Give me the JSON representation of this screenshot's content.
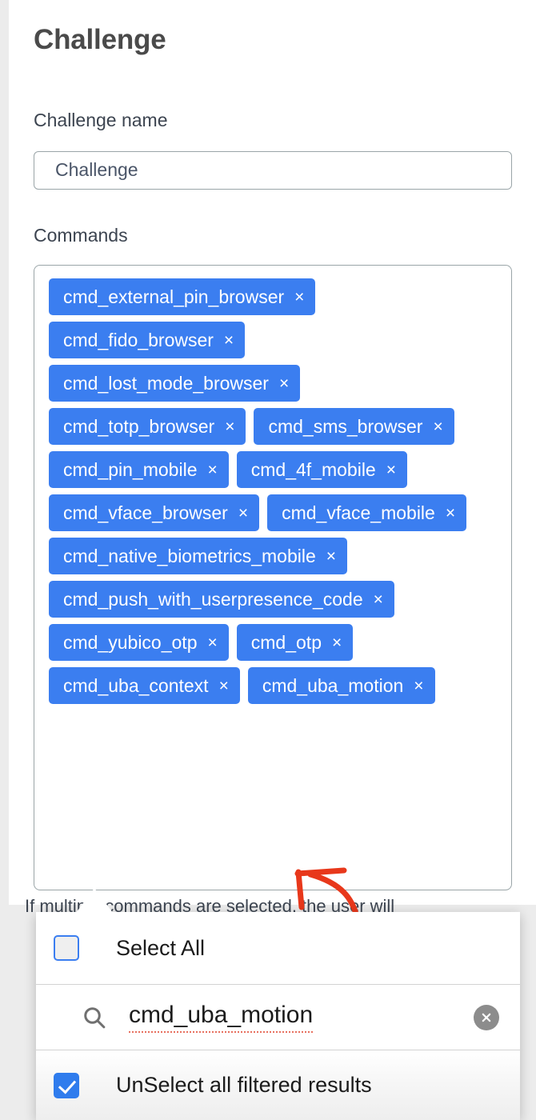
{
  "page": {
    "title": "Challenge"
  },
  "form": {
    "challenge_name": {
      "label": "Challenge name",
      "value": "Challenge"
    },
    "commands": {
      "label": "Commands",
      "helper_text": "If multiple commands are selected, the user will",
      "chips": [
        {
          "label": "cmd_external_pin_browser",
          "remove": "×"
        },
        {
          "label": "cmd_fido_browser",
          "remove": "×"
        },
        {
          "label": "cmd_lost_mode_browser",
          "remove": "×"
        },
        {
          "label": "cmd_totp_browser",
          "remove": "×"
        },
        {
          "label": "cmd_sms_browser",
          "remove": "×"
        },
        {
          "label": "cmd_pin_mobile",
          "remove": "×"
        },
        {
          "label": "cmd_4f_mobile",
          "remove": "×"
        },
        {
          "label": "cmd_vface_browser",
          "remove": "×"
        },
        {
          "label": "cmd_vface_mobile",
          "remove": "×"
        },
        {
          "label": "cmd_native_biometrics_mobile",
          "remove": "×"
        },
        {
          "label": "cmd_push_with_userpresence_code",
          "remove": "×"
        },
        {
          "label": "cmd_yubico_otp",
          "remove": "×"
        },
        {
          "label": "cmd_otp",
          "remove": "×"
        },
        {
          "label": "cmd_uba_context",
          "remove": "×"
        },
        {
          "label": "cmd_uba_motion",
          "remove": "×"
        }
      ]
    }
  },
  "dropdown": {
    "select_all": {
      "label": "Select All",
      "checked": false
    },
    "search": {
      "value": "cmd_uba_motion",
      "icon": "search-icon",
      "clear_icon": "clear-icon"
    },
    "unselect_filtered": {
      "label": "UnSelect all filtered results",
      "checked": true
    }
  },
  "colors": {
    "chip_blue": "#3b7ef0",
    "checkbox_blue": "#2f7ced",
    "annotation_red": "#e8381b",
    "title_gray": "#4a4a4a",
    "border_gray": "#9aa5a8",
    "page_background": "#ececec"
  },
  "annotation": {
    "type": "hand-drawn-arrow",
    "color": "#e8381b",
    "points_to": "cmd_uba_motion"
  }
}
